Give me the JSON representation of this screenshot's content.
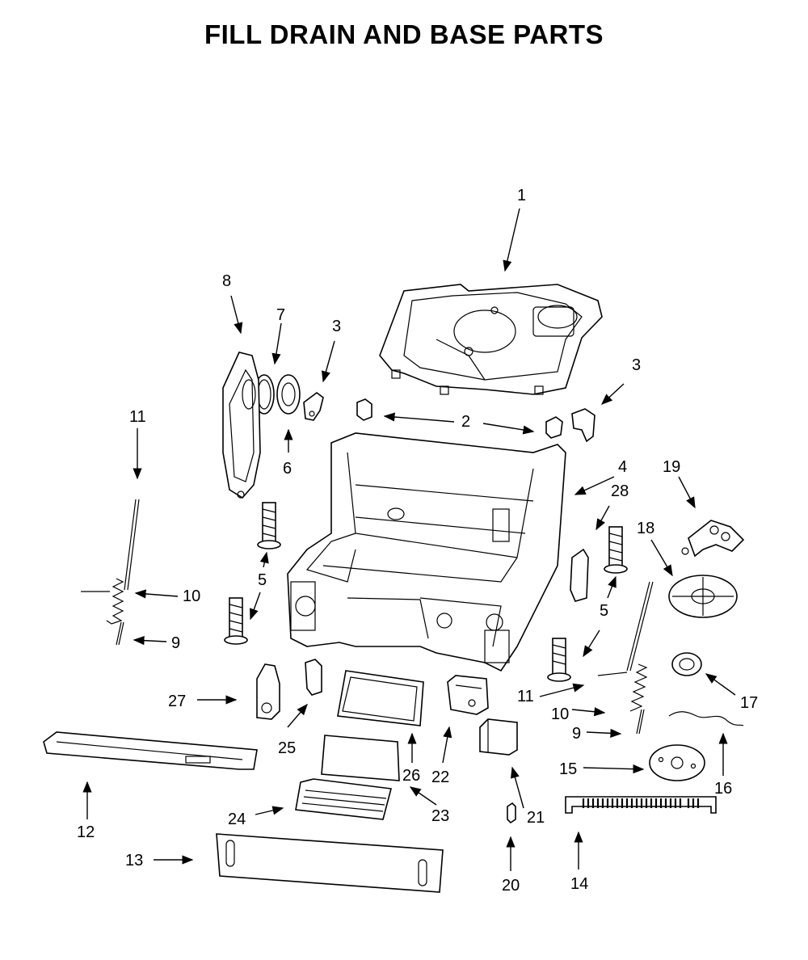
{
  "title": "FILL DRAIN AND BASE PARTS",
  "callouts": {
    "c1": "1",
    "c2": "2",
    "c3a": "3",
    "c3b": "3",
    "c4": "4",
    "c5a": "5",
    "c5b": "5",
    "c6": "6",
    "c7": "7",
    "c8": "8",
    "c9a": "9",
    "c9b": "9",
    "c10a": "10",
    "c10b": "10",
    "c11a": "11",
    "c11b": "11",
    "c12": "12",
    "c13": "13",
    "c14": "14",
    "c15": "15",
    "c16": "16",
    "c17": "17",
    "c18": "18",
    "c19": "19",
    "c20": "20",
    "c21": "21",
    "c22": "22",
    "c23": "23",
    "c24": "24",
    "c25": "25",
    "c26": "26",
    "c27": "27",
    "c28": "28"
  }
}
